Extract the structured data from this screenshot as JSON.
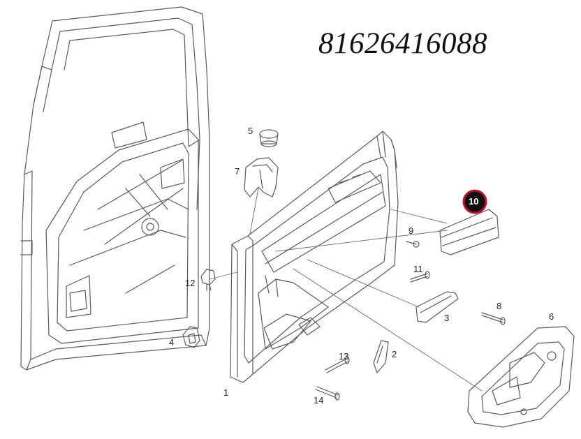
{
  "part_number": "81626416088",
  "callouts": {
    "c1": "1",
    "c2": "2",
    "c3": "3",
    "c4": "4",
    "c5": "5",
    "c6": "6",
    "c7": "7",
    "c8": "8",
    "c9": "9",
    "c10": "10",
    "c11": "11",
    "c12": "12",
    "c13": "13",
    "c14": "14"
  },
  "highlight": {
    "callout": "10",
    "ring_color": "#c8102e"
  },
  "colors": {
    "line": "#555555",
    "background": "#ffffff",
    "watermark": "#e6e6e6"
  }
}
